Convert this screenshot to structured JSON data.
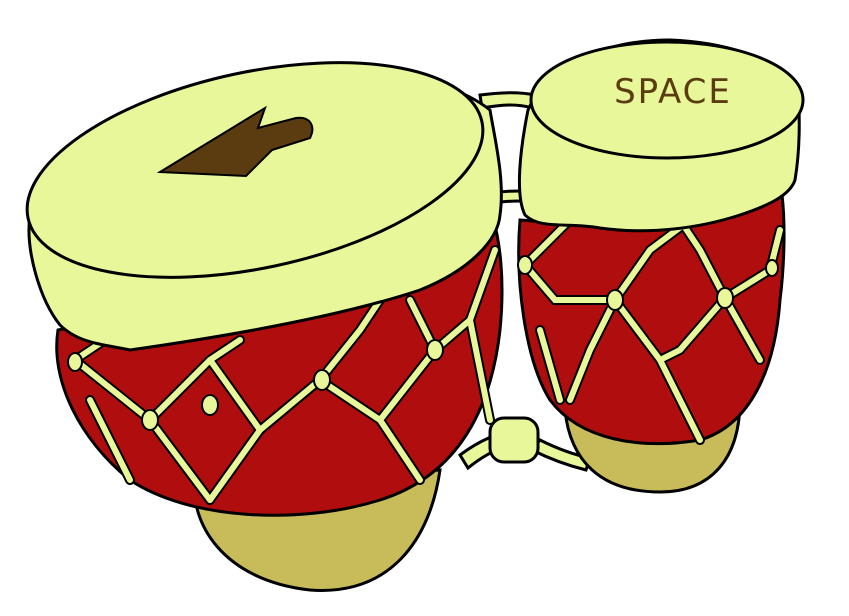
{
  "app": {
    "drums": [
      {
        "id": "left",
        "key_glyph": "left-arrow-icon"
      },
      {
        "id": "right",
        "key_label": "SPACE"
      }
    ]
  },
  "colors": {
    "background": "#ffffff",
    "outline": "#000000",
    "drum_head": "#e7f79a",
    "drum_body": "#b00d0e",
    "rope": "#e7f79a",
    "base": "#c8bc5a",
    "arrow": "#5a3c10",
    "label_text": "#5a3c10"
  }
}
